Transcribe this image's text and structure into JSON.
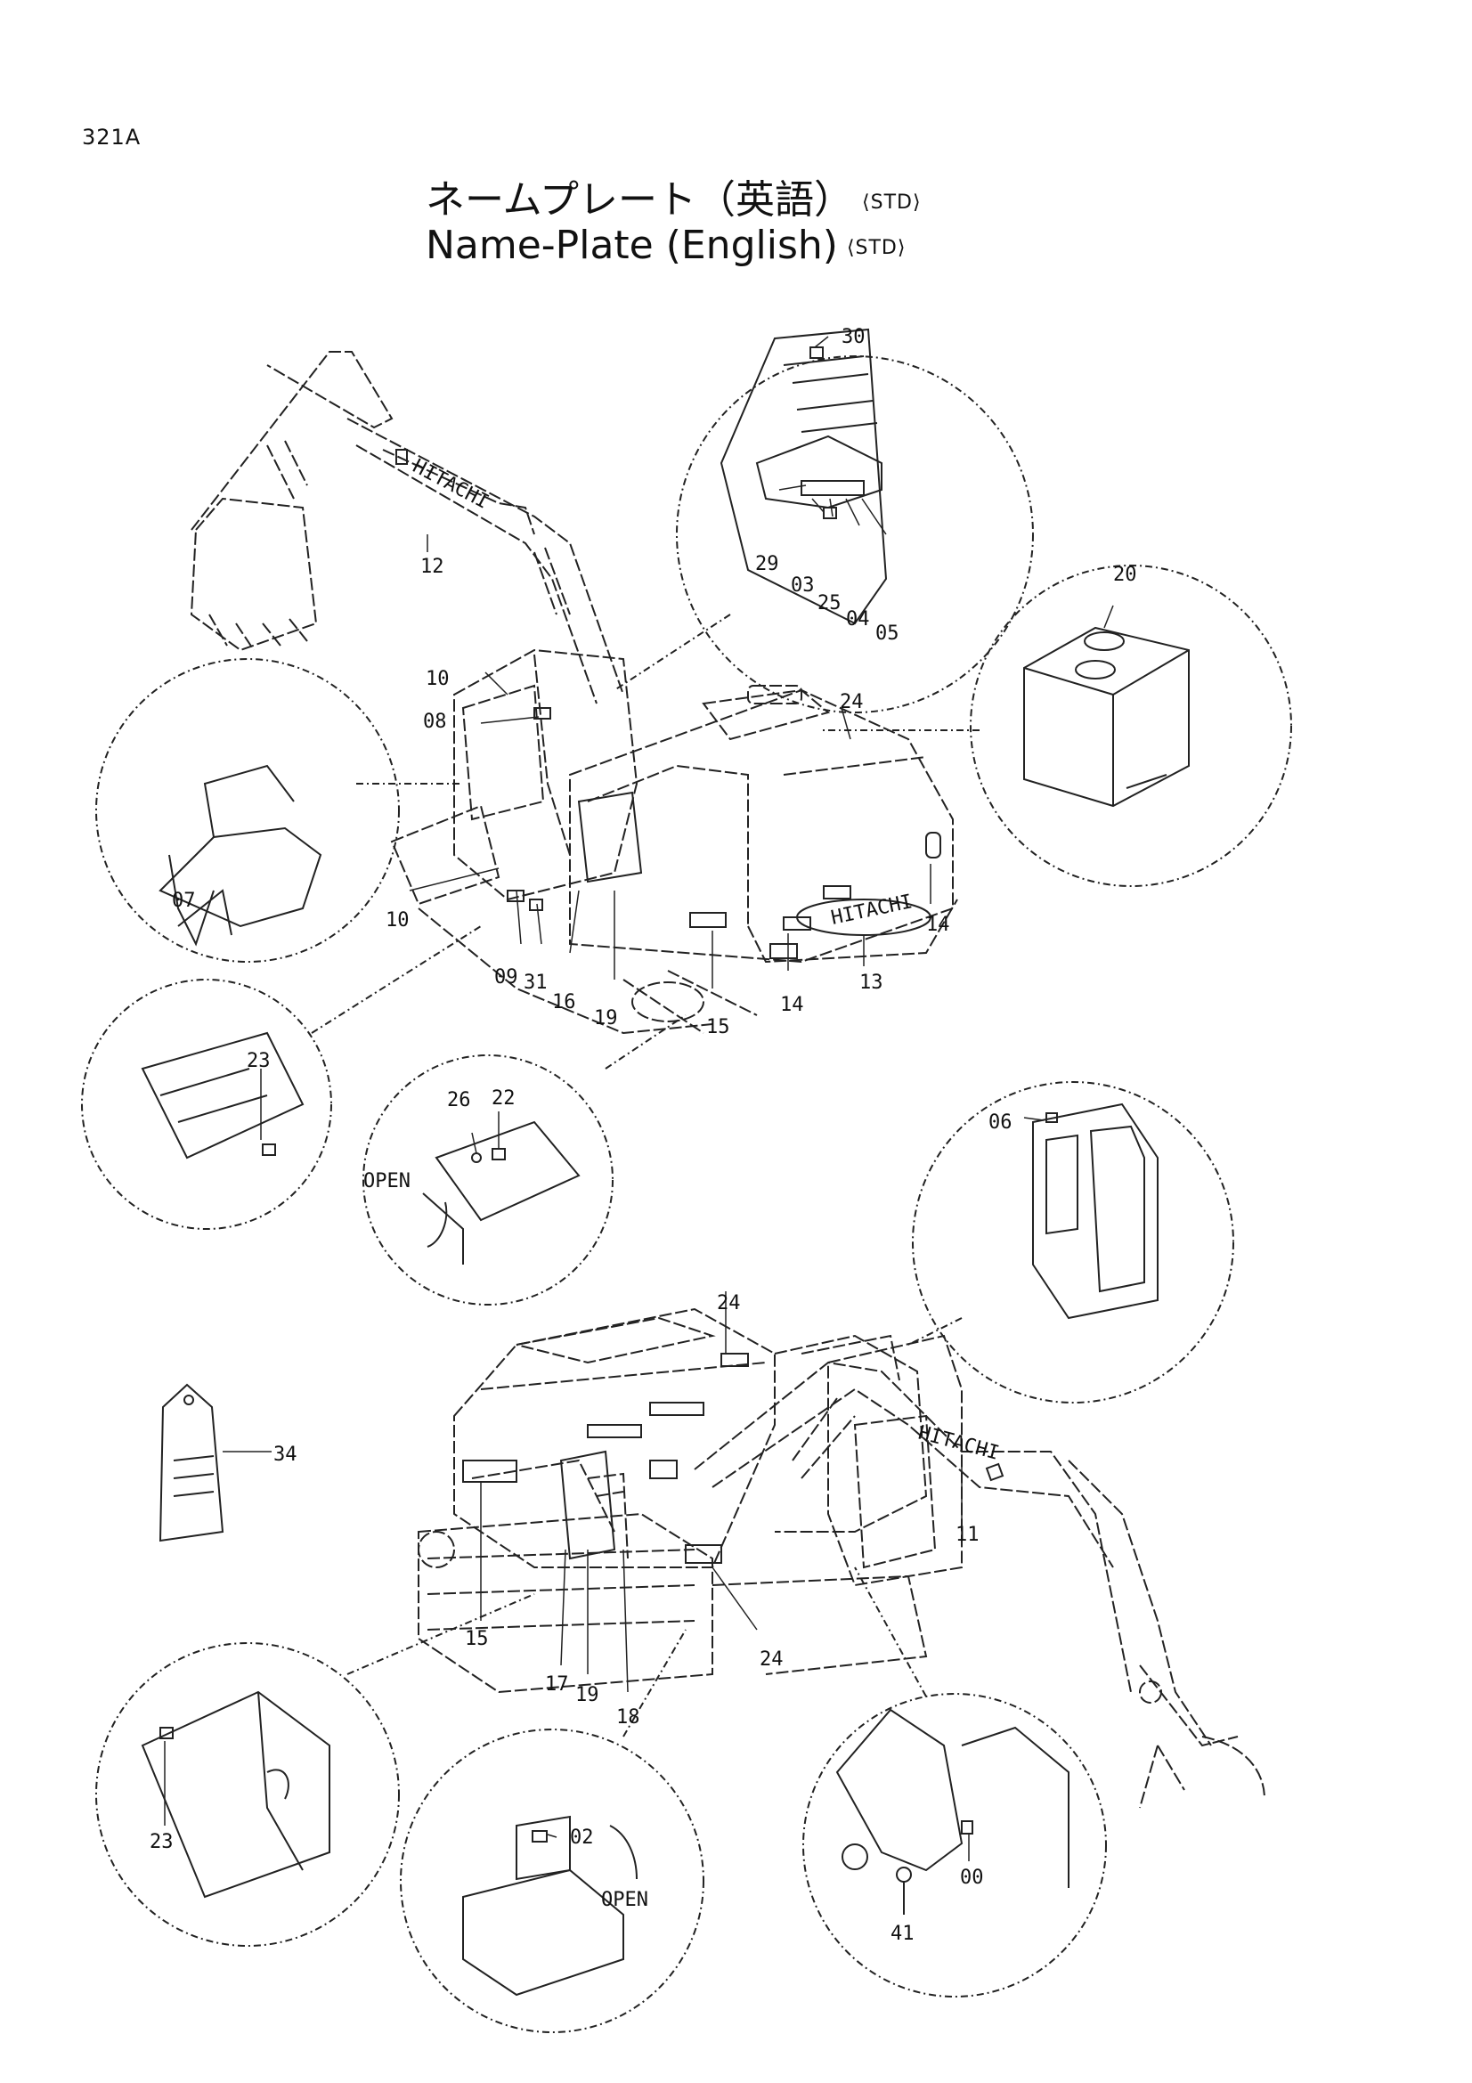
{
  "page_code": "321A",
  "title_jp": "ネームプレート（英語）",
  "title_en": "Name-Plate (English)",
  "std_tag": "⟨STD⟩",
  "callouts": {
    "c00": "00",
    "c02": "02",
    "c03": "03",
    "c04": "04",
    "c05": "05",
    "c06": "06",
    "c07": "07",
    "c08": "08",
    "c09": "09",
    "c10a": "10",
    "c10b": "10",
    "c11": "11",
    "c12": "12",
    "c13": "13",
    "c14a": "14",
    "c14b": "14",
    "c15a": "15",
    "c15b": "15",
    "c16": "16",
    "c17": "17",
    "c18": "18",
    "c19a": "19",
    "c19b": "19",
    "c20": "20",
    "c22": "22",
    "c23a": "23",
    "c23b": "23",
    "c24a": "24",
    "c24b": "24",
    "c24c": "24",
    "c25": "25",
    "c26": "26",
    "c29": "29",
    "c30": "30",
    "c31": "31",
    "c34": "34",
    "c41": "41"
  },
  "labels": {
    "open_a": "OPEN",
    "open_b": "OPEN",
    "hitachi_boom_top": "HITACHI",
    "hitachi_counterweight": "HITACHI",
    "hitachi_boom_bottom": "HITACHI"
  }
}
